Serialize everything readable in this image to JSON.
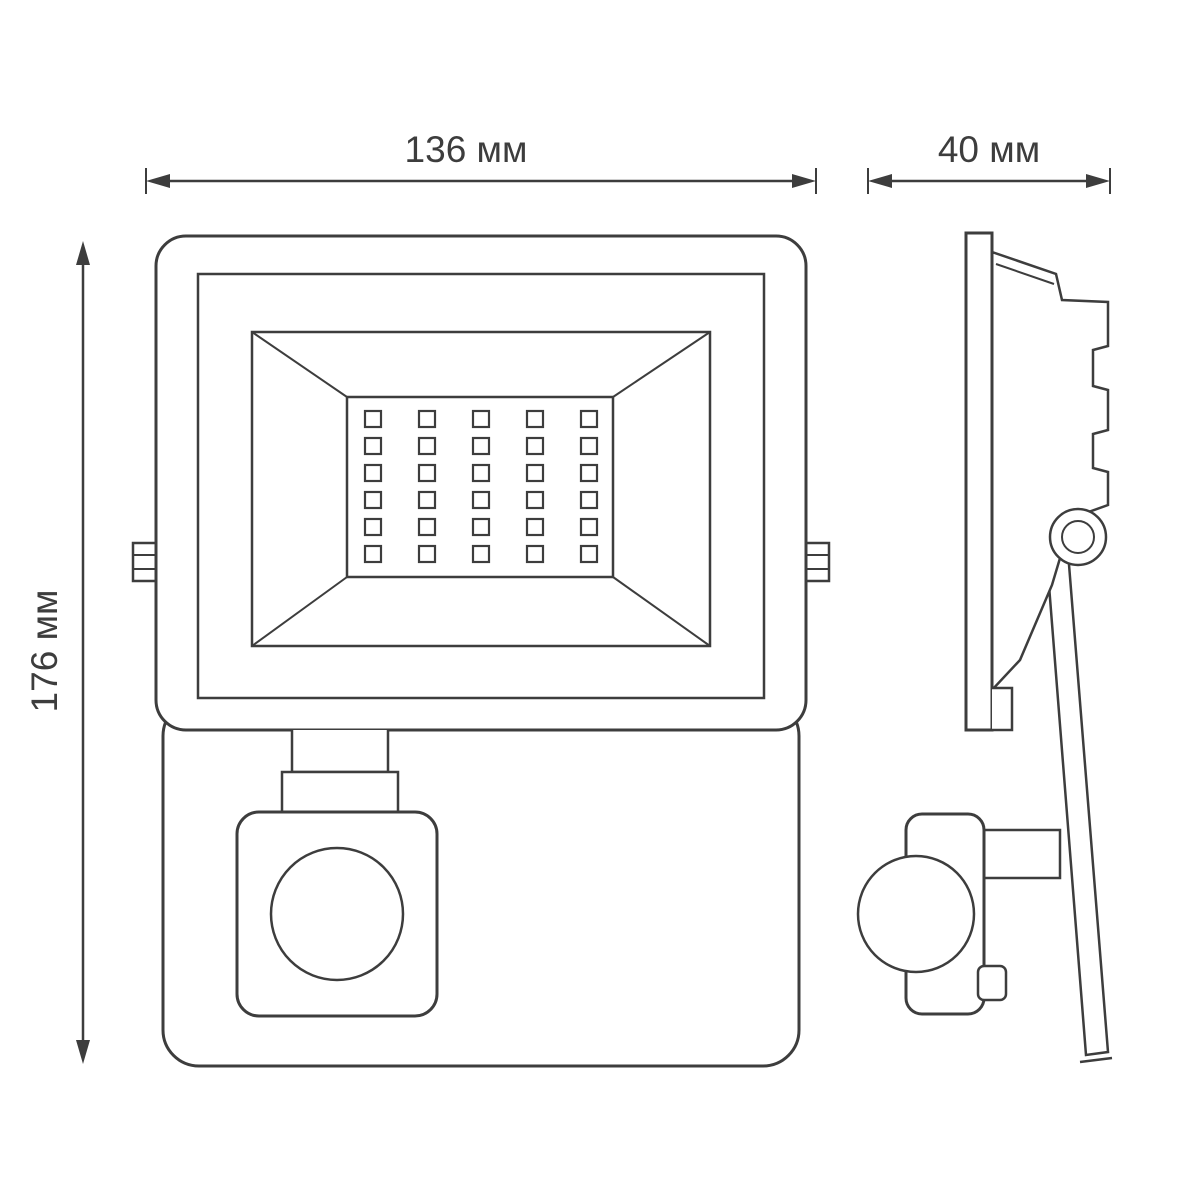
{
  "drawing": {
    "type": "technical-dimension-drawing",
    "subject": "led-floodlight-with-motion-sensor",
    "line_color": "#3d3d3d",
    "background_color": "#ffffff",
    "dimensions": {
      "width_label": "136 мм",
      "depth_label": "40 мм",
      "height_label": "176 мм"
    },
    "led_grid": {
      "rows": 6,
      "columns": 5
    }
  }
}
